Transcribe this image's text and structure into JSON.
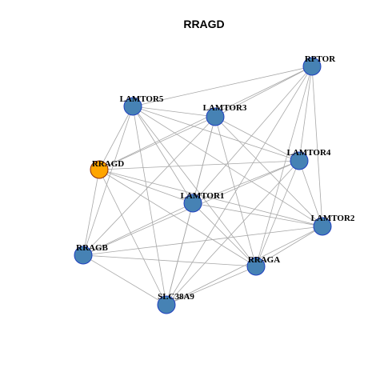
{
  "graph": {
    "title": "RRAGD",
    "colors": {
      "node_default": "#4682b4",
      "node_default_border": "#1f3fbf",
      "node_query": "#ffa500",
      "node_query_border": "#8a2b0a",
      "edge": "#a8a8a8"
    },
    "nodes": [
      {
        "id": "RPTOR",
        "label": "RPTOR",
        "query": false
      },
      {
        "id": "LAMTOR5",
        "label": "LAMTOR5",
        "query": false
      },
      {
        "id": "LAMTOR3",
        "label": "LAMTOR3",
        "query": false
      },
      {
        "id": "LAMTOR4",
        "label": "LAMTOR4",
        "query": false
      },
      {
        "id": "RRAGD",
        "label": "RRAGD",
        "query": true
      },
      {
        "id": "LAMTOR1",
        "label": "LAMTOR1",
        "query": false
      },
      {
        "id": "LAMTOR2",
        "label": "LAMTOR2",
        "query": false
      },
      {
        "id": "RRAGB",
        "label": "RRAGB",
        "query": false
      },
      {
        "id": "RRAGA",
        "label": "RRAGA",
        "query": false
      },
      {
        "id": "SLC38A9",
        "label": "SLC38A9",
        "query": false
      }
    ],
    "edges": [
      [
        "LAMTOR5",
        "RPTOR"
      ],
      [
        "LAMTOR3",
        "RPTOR"
      ],
      [
        "RRAGD",
        "RPTOR"
      ],
      [
        "LAMTOR1",
        "RPTOR"
      ],
      [
        "LAMTOR4",
        "RPTOR"
      ],
      [
        "LAMTOR2",
        "RPTOR"
      ],
      [
        "RRAGA",
        "RPTOR"
      ],
      [
        "SLC38A9",
        "RPTOR"
      ],
      [
        "LAMTOR5",
        "LAMTOR3"
      ],
      [
        "LAMTOR5",
        "LAMTOR4"
      ],
      [
        "LAMTOR5",
        "LAMTOR1"
      ],
      [
        "LAMTOR5",
        "LAMTOR2"
      ],
      [
        "LAMTOR5",
        "RRAGA"
      ],
      [
        "LAMTOR5",
        "RRAGD"
      ],
      [
        "LAMTOR5",
        "RRAGB"
      ],
      [
        "LAMTOR5",
        "SLC38A9"
      ],
      [
        "LAMTOR3",
        "LAMTOR4"
      ],
      [
        "LAMTOR3",
        "LAMTOR1"
      ],
      [
        "LAMTOR3",
        "LAMTOR2"
      ],
      [
        "LAMTOR3",
        "RRAGA"
      ],
      [
        "LAMTOR3",
        "RRAGD"
      ],
      [
        "LAMTOR3",
        "RRAGB"
      ],
      [
        "LAMTOR3",
        "SLC38A9"
      ],
      [
        "LAMTOR4",
        "LAMTOR1"
      ],
      [
        "LAMTOR4",
        "LAMTOR2"
      ],
      [
        "LAMTOR4",
        "RRAGA"
      ],
      [
        "LAMTOR4",
        "RRAGD"
      ],
      [
        "LAMTOR4",
        "RRAGB"
      ],
      [
        "LAMTOR4",
        "SLC38A9"
      ],
      [
        "LAMTOR1",
        "LAMTOR2"
      ],
      [
        "LAMTOR1",
        "RRAGA"
      ],
      [
        "LAMTOR1",
        "RRAGD"
      ],
      [
        "LAMTOR1",
        "RRAGB"
      ],
      [
        "LAMTOR1",
        "SLC38A9"
      ],
      [
        "LAMTOR2",
        "RRAGA"
      ],
      [
        "LAMTOR2",
        "RRAGD"
      ],
      [
        "LAMTOR2",
        "RRAGB"
      ],
      [
        "LAMTOR2",
        "SLC38A9"
      ],
      [
        "RRAGD",
        "RRAGB"
      ],
      [
        "RRAGD",
        "RRAGA"
      ],
      [
        "RRAGD",
        "SLC38A9"
      ],
      [
        "RRAGB",
        "RRAGA"
      ],
      [
        "RRAGB",
        "SLC38A9"
      ],
      [
        "RRAGA",
        "SLC38A9"
      ]
    ]
  }
}
